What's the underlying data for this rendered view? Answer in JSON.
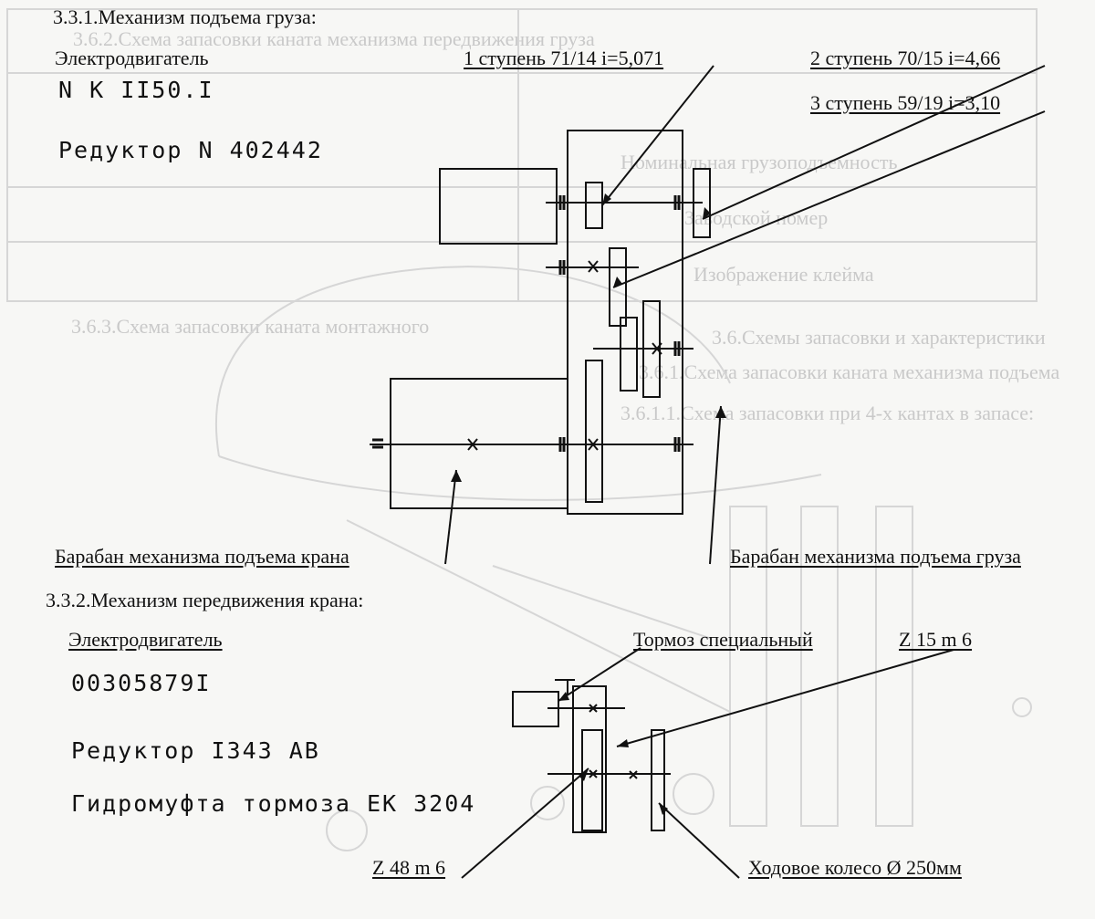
{
  "hoist": {
    "section_title": "3.3.1.Механизм подъема груза:",
    "motor_label": "Электродвигатель",
    "motor_model": "N K II50.I",
    "reducer": "Редуктор N 402442",
    "stage1": "1 ступень 71/14 i=5,071",
    "stage2": "2 ступень 70/15 i=4,66",
    "stage3": "3 ступень 59/19 i=3,10",
    "drum_crane": "Барабан механизма подъема крана",
    "drum_cargo": "Барабан механизма подъема груза"
  },
  "travel": {
    "section_title": "3.3.2.Механизм передвижения крана:",
    "motor_label": "Электродвигатель",
    "motor_model": "00305879I",
    "reducer": "Редуктор I343 AB",
    "hydro": "Гидромуфта тормоза ЕК 3204",
    "brake": "Тормоз специальный",
    "z15": "Z 15 m 6",
    "z48": "Z 48 m 6",
    "wheel": "Ходовое колесо Ø 250мм"
  },
  "bleed_through": {
    "l1": "3.6.2.Схема запасовки каната механизма передвижения груза",
    "l2": "Номинальная грузоподъемность",
    "l3": "Заводской номер",
    "l4": "Изображение клейма",
    "l5": "3.6.3.Схема запасовки каната монтажного",
    "l6": "3.6.Схемы запасовки и характеристики",
    "l7": "3.6.1.Схема запасовки каната механизма подъема",
    "l8": "3.6.1.1.Схема запасовки при 4-х кантах в запасе:"
  },
  "colors": {
    "ink": "#111111",
    "ghost": "#c9c9c9",
    "paper": "#f7f7f5"
  }
}
